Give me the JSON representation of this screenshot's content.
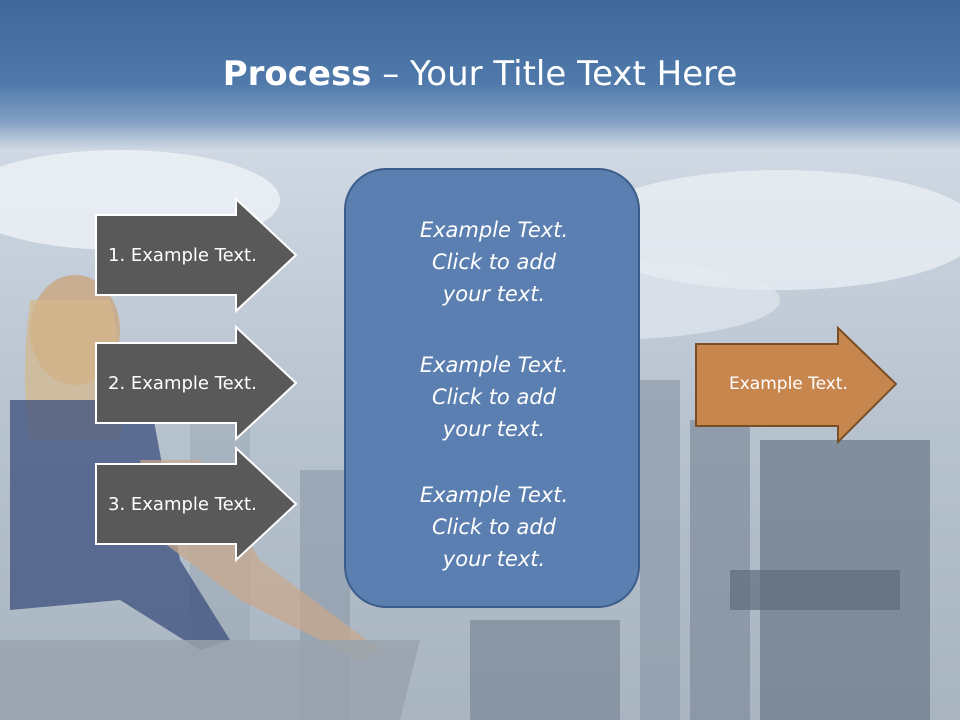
{
  "title": {
    "bold": "Process",
    "rest": " – Your Title Text Here"
  },
  "left_steps": [
    {
      "label": "1. Example Text."
    },
    {
      "label": "2. Example Text."
    },
    {
      "label": "3. Example Text."
    }
  ],
  "center_items": [
    {
      "line1": "Example Text.",
      "line2": "Click  to add",
      "line3": "your text."
    },
    {
      "line1": "Example Text.",
      "line2": "Click  to add",
      "line3": "your text."
    },
    {
      "line1": "Example Text.",
      "line2": "Click  to add",
      "line3": "your text."
    }
  ],
  "output": {
    "label": "Example Text."
  },
  "colors": {
    "header": "#4a74a6",
    "step_arrow": "#595959",
    "center_box": "#5b7fb0",
    "output_arrow": "#c8864f"
  }
}
